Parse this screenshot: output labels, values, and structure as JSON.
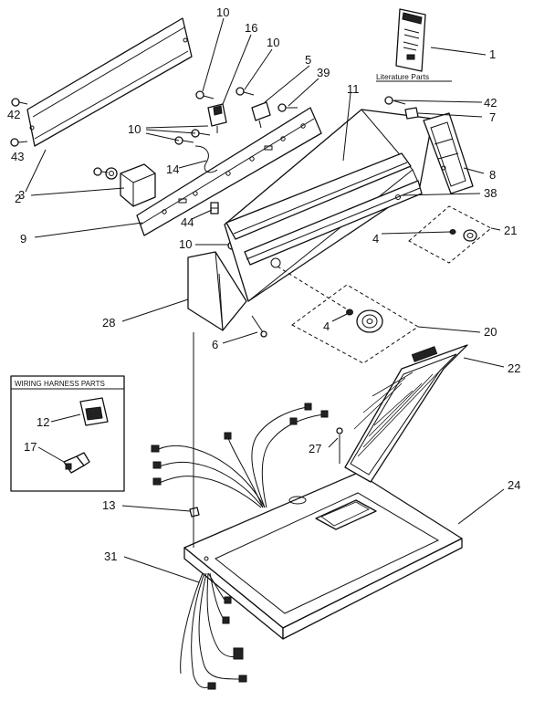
{
  "literature_label": "Literature Parts",
  "wiring_box_title": "WIRING HARNESS PARTS",
  "callouts": {
    "c1": "1",
    "c2": "2",
    "c3": "3",
    "c4a": "4",
    "c4b": "4",
    "c5": "5",
    "c6": "6",
    "c7": "7",
    "c8": "8",
    "c9": "9",
    "c10a": "10",
    "c10b": "10",
    "c10c": "10",
    "c10d": "10",
    "c11": "11",
    "c12": "12",
    "c13": "13",
    "c14": "14",
    "c16": "16",
    "c17": "17",
    "c20": "20",
    "c21": "21",
    "c22": "22",
    "c24": "24",
    "c27": "27",
    "c28": "28",
    "c31": "31",
    "c38": "38",
    "c39": "39",
    "c42a": "42",
    "c42b": "42",
    "c43": "43",
    "c44": "44"
  }
}
